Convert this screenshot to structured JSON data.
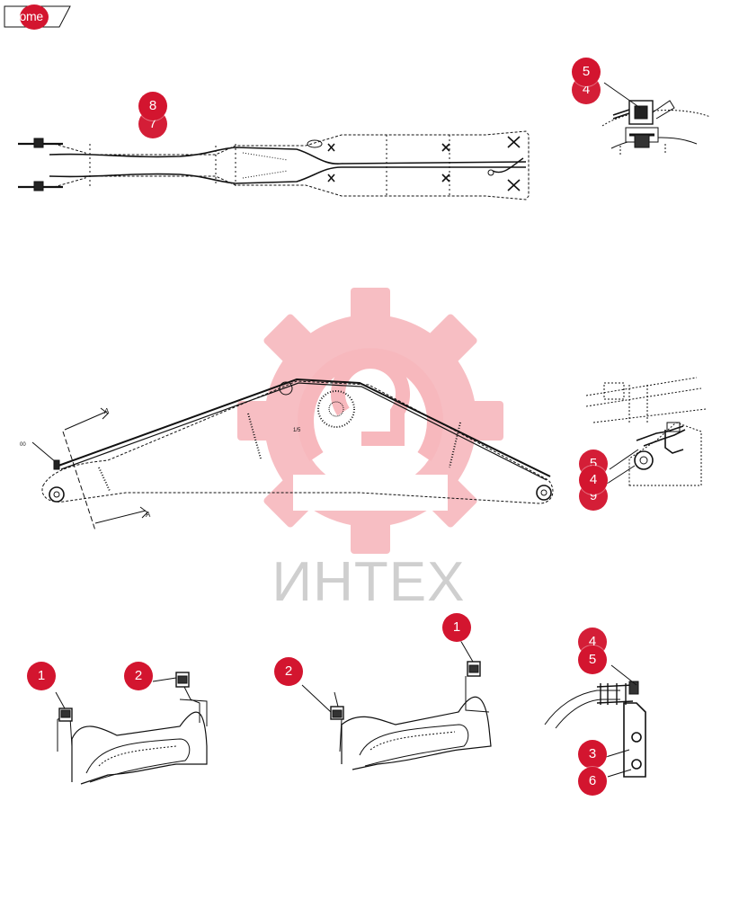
{
  "nav": {
    "home_label": "home"
  },
  "watermark": {
    "brand_text": "ИНТЕХ",
    "color": "#f7b8bd"
  },
  "accent_color": "#d3152f",
  "diagram_labels": {
    "top_section_A": "A",
    "bottom_section_A": "A",
    "cyl_mark": "00",
    "mid_mark": "1/5"
  },
  "callouts": {
    "boom_top_back": "7",
    "boom_top_front": "8",
    "detail_top_back": "4",
    "detail_top_front": "5",
    "detail_mid_5": "5",
    "detail_mid_9": "9",
    "detail_mid_4": "4",
    "clamp_left_1": "1",
    "clamp_left_2": "2",
    "clamp_mid_2": "2",
    "clamp_mid_1": "1",
    "bracket_4": "4",
    "bracket_5": "5",
    "bracket_3": "3",
    "bracket_6": "6"
  }
}
